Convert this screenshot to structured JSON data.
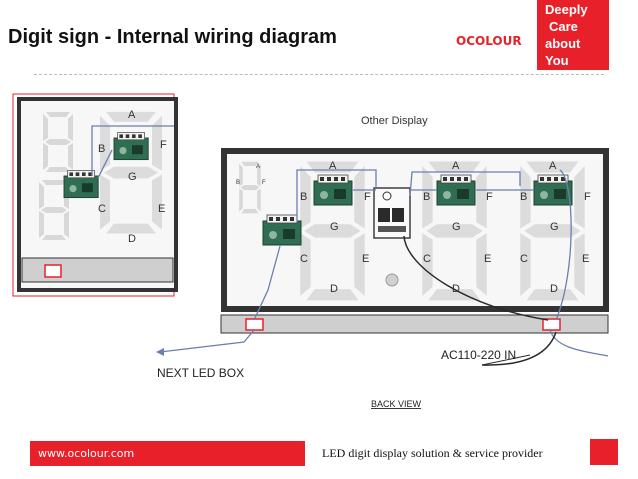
{
  "header": {
    "title": "Digit sign  -  Internal wiring diagram",
    "brand": "OCOLOUR",
    "tagline": [
      "Deeply",
      "Care",
      "about",
      "You"
    ]
  },
  "diagram": {
    "other_display_label": "Other  Display",
    "next_box_label": "NEXT LED BOX",
    "power_label": "AC110-220 IN",
    "back_view_label": "BACK VIEW",
    "segment_letters": [
      "A",
      "B",
      "F",
      "G",
      "C",
      "E",
      "D"
    ],
    "colors": {
      "accent": "#e8202a",
      "wire": "#6a7fb0",
      "segment": "#dcdcdc",
      "board": "#2f6e52"
    }
  },
  "footer": {
    "url": "www.ocolour.com",
    "slogan": "LED digit display solution & service provider"
  }
}
